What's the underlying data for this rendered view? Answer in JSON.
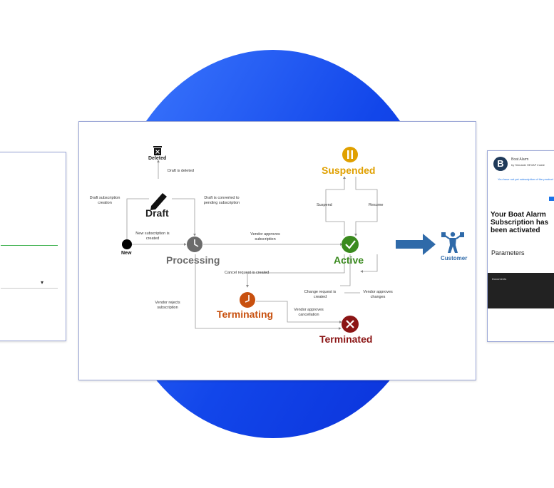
{
  "diagram": {
    "states": {
      "deleted": "Deleted",
      "draft": "Draft",
      "new": "New",
      "processing": "Processing",
      "suspended": "Suspended",
      "active": "Active",
      "terminating": "Terminating",
      "terminated": "Terminated",
      "customer": "Customer"
    },
    "transitions": {
      "draft_is_deleted": "Draft is deleted",
      "draft_subscription_creation": "Draft subscription creation",
      "draft_converted": "Draft is converted to pending subscription",
      "new_subscription_created": "New subscription is created",
      "vendor_approves_subscription": "Vendor approves subscription",
      "suspend": "Suspend",
      "resume": "Resume",
      "cancel_request_created": "Cancel request is created",
      "change_request_created": "Change request is created",
      "vendor_approves_changes": "Vendor approves changes",
      "vendor_rejects_subscription": "Vendor rejects subscription",
      "vendor_approves_cancellation": "Vendor approves cancellation"
    },
    "colors": {
      "suspended": "#e0a000",
      "active": "#3a8a1e",
      "terminating": "#c8500e",
      "terminated": "#8b1515",
      "processing": "#6b6b6b",
      "draft": "#222222",
      "arrow": "#2f6aa9",
      "circle": "#1246ea"
    },
    "icons": [
      "trash-icon",
      "pencil-icon",
      "clock-icon",
      "pause-icon",
      "check-icon",
      "x-icon",
      "customer-figure-icon"
    ]
  },
  "email_preview": {
    "app_name": "Boat Alarm",
    "byline": "by Simulate HEVAP Inside",
    "logo_letter": "B",
    "notice": "You have not yet subscription of the product",
    "heading": "Your Boat Alarm Subscription has been activated",
    "parameters_title": "Parameters",
    "documents_title": "Documents"
  }
}
